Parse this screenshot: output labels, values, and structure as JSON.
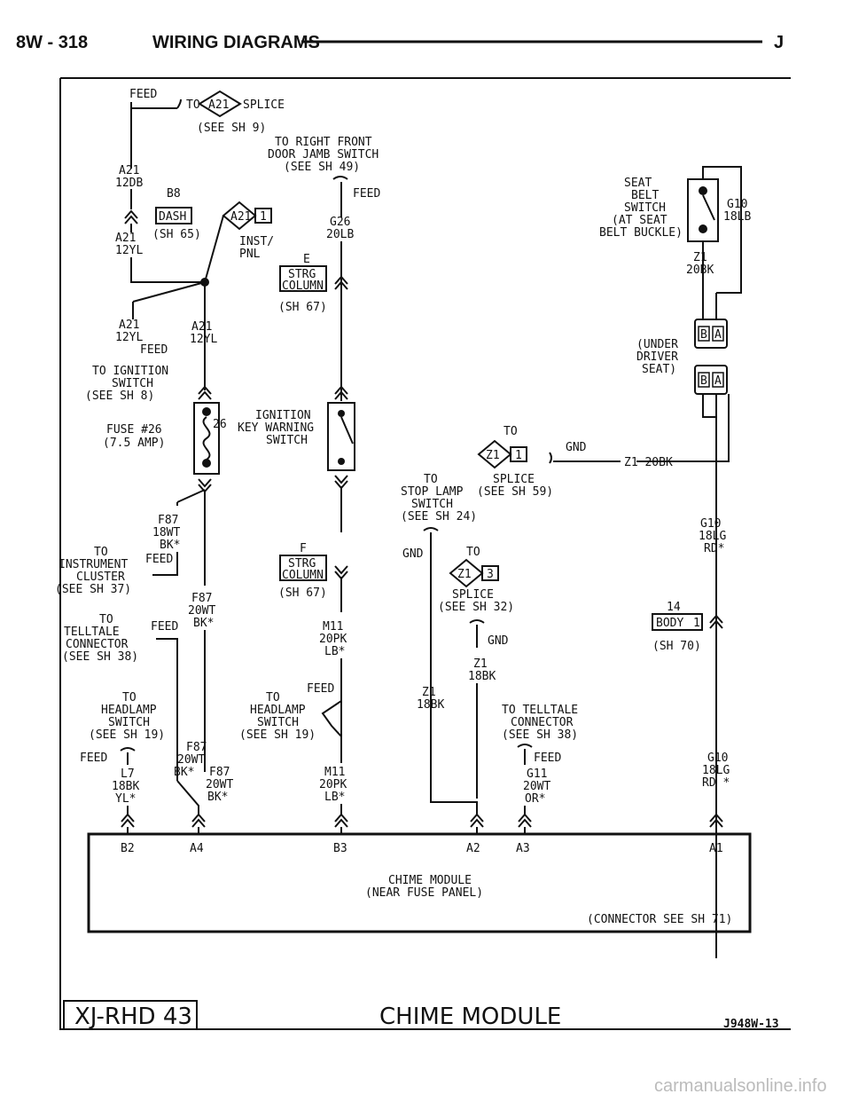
{
  "header": {
    "page": "8W - 318",
    "section": "WIRING DIAGRAMS",
    "edition": "J"
  },
  "footer": {
    "model_box": "XJ-RHD 43",
    "title": "CHIME MODULE",
    "figure_id": "J948W-13",
    "watermark": "carmanualsonline.info"
  },
  "labels": {
    "feed_top": "FEED",
    "to_a21": "TO",
    "a21": "A21",
    "splice": "SPLICE",
    "see_sh9": "(SEE SH 9)",
    "to_right_front": "TO RIGHT FRONT",
    "door_jamb": "DOOR JAMB SWITCH",
    "see_sh49": "(SEE SH 49)",
    "feed_g26": "FEED",
    "g26": "G26",
    "g26_gauge": "20LB",
    "a21_left": "A21",
    "a21_12db": "12DB",
    "b8": "B8",
    "dash": "DASH",
    "sh65": "(SH 65)",
    "a21_yl": "A21",
    "a21_12yl": "12YL",
    "a21_1": "A21",
    "pin1": "1",
    "inst": "INST/",
    "pnl": "PNL",
    "e": "E",
    "strg": "STRG",
    "column": "COLUMN",
    "sh67": "(SH 67)",
    "a21_b": "A21",
    "a21_b_12yl": "12YL",
    "feed_b": "FEED",
    "a21_c": "A21",
    "a21_c_12yl": "12YL",
    "to_ign": "TO IGNITION",
    "ign_switch": "SWITCH",
    "see_sh8": "(SEE SH 8)",
    "fuse": "FUSE #26",
    "amp": "(7.5 AMP)",
    "fuse_num": "26",
    "ign1": "IGNITION",
    "ign2": "KEY WARNING",
    "ign3": "SWITCH",
    "seat1": "SEAT",
    "seat2": "BELT",
    "seat3": "SWITCH",
    "seat4": "(AT SEAT",
    "seat5": "BELT BUCKLE)",
    "g10_top": "G10",
    "g10_top_g": "18LB",
    "z1_top": "Z1",
    "z1_top_g": "20BK",
    "under1": "(UNDER",
    "under2": "DRIVER",
    "under3": "SEAT)",
    "b": "B",
    "a": "A",
    "to_gnd": "TO",
    "gnd_top": "GND",
    "z1_pin": "Z1",
    "z1_pin1": "1",
    "z1_20bk": "Z1 20BK",
    "to_stop1": "TO",
    "to_stop2": "STOP LAMP",
    "to_stop3": "SWITCH",
    "to_stop4": "(SEE SH 24)",
    "splice_sh59a": "SPLICE",
    "splice_sh59b": "(SEE SH 59)",
    "f87_a": "F87",
    "f87_a_g": "18WT",
    "f87_a_c": "BK*",
    "to_inst1": "TO",
    "to_inst2": "INSTRUMENT",
    "to_inst3": "CLUSTER",
    "to_inst4": "(SEE SH 37)",
    "feed_inst": "FEED",
    "f_col": "F",
    "strg2": "STRG",
    "column2": "COLUMN",
    "sh67b": "(SH 67)",
    "gnd_mid": "GND",
    "to_z13": "TO",
    "z13": "Z1",
    "z13_pin": "3",
    "g10_mid": "G10",
    "g10_mid_g": "18LG",
    "g10_mid_c": "RD*",
    "splice_b": "SPLICE",
    "see_sh32": "(SEE SH 32)",
    "f87_b": "F87",
    "f87_b_g": "20WT",
    "f87_b_c": "BK*",
    "to_tell1": "TO",
    "to_tell2": "TELLTALE",
    "to_tell3": "CONNECTOR",
    "to_tell4": "(SEE SH 38)",
    "feed_tell": "FEED",
    "m11_a": "M11",
    "m11_a_g": "20PK",
    "m11_a_c": "LB*",
    "gnd_b": "GND",
    "n14": "14",
    "body": "BODY",
    "body_pin": "1",
    "sh70": "(SH 70)",
    "z1_b": "Z1",
    "z1_b_g": "18BK",
    "to_head1": "TO",
    "to_head2": "HEADLAMP",
    "to_head3": "SWITCH",
    "to_head4": "(SEE SH 19)",
    "feed_head": "FEED",
    "to_head_b1": "TO",
    "to_head_b2": "HEADLAMP",
    "to_head_b3": "SWITCH",
    "to_head_b4": "(SEE SH 19)",
    "feed_head_b": "FEED",
    "z1_c": "Z1",
    "z1_c_g": "18BK",
    "to_tell_b1": "TO TELLTALE",
    "to_tell_b2": "CONNECTOR",
    "to_tell_b3": "(SEE SH 38)",
    "f87_c": "F87",
    "f87_c_g": "20WT",
    "f87_c_c": "BK*",
    "feed_l7": "FEED",
    "l7": "L7",
    "l7_g": "18BK",
    "l7_c": "YL*",
    "f87_d": "F87",
    "f87_d_g": "20WT",
    "f87_d_c": "BK*",
    "m11_b": "M11",
    "m11_b_g": "20PK",
    "m11_b_c": "LB*",
    "feed_g11": "FEED",
    "g11": "G11",
    "g11_g": "20WT",
    "g11_c": "OR*",
    "g10_bot": "G10",
    "g10_bot_g": "18LG",
    "g10_bot_c": "RD *",
    "pin_b2": "B2",
    "pin_a4": "A4",
    "pin_b3": "B3",
    "pin_a2": "A2",
    "pin_a3": "A3",
    "pin_a1": "A1",
    "chime1": "CHIME MODULE",
    "chime2": "(NEAR FUSE PANEL)",
    "connector": "(CONNECTOR SEE SH 71)"
  }
}
